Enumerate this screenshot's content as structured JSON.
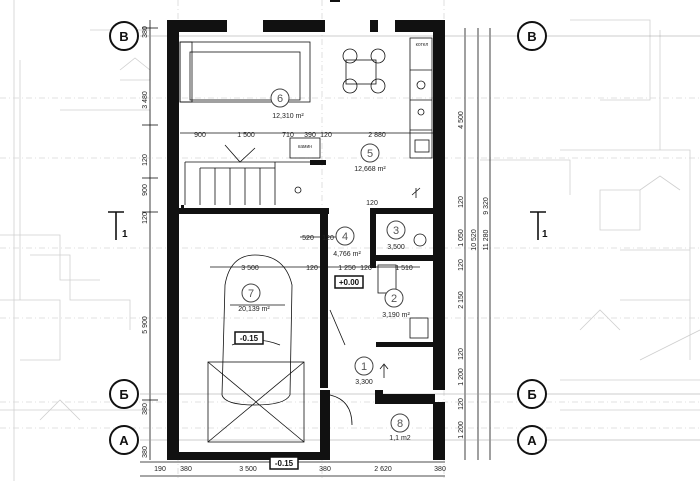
{
  "axes": {
    "top_left": "В",
    "top_right": "В",
    "mid_left": "Б",
    "mid_right": "Б",
    "bottom_left": "А",
    "bottom_right": "А"
  },
  "section_marks": {
    "left": "1",
    "right": "1"
  },
  "rooms": [
    {
      "number": "6",
      "area": "12,310 m²"
    },
    {
      "number": "5",
      "area": "12,668 m²"
    },
    {
      "number": "4",
      "area": "4,766 m²"
    },
    {
      "number": "3",
      "area": "3,500"
    },
    {
      "number": "2",
      "area": "3,190 m²"
    },
    {
      "number": "7",
      "area": "20,139 m²"
    },
    {
      "number": "1",
      "area": "3,300"
    },
    {
      "number": "8",
      "area": "1,1 m2"
    }
  ],
  "levels": {
    "hall": "+0.00",
    "garage": "-0.15",
    "entrance": "-0.15"
  },
  "labels": {
    "boiler": "котел",
    "fireplace": "камин"
  },
  "dims_top_row": [
    "900",
    "1 500",
    "710",
    "390",
    "120",
    "2 880"
  ],
  "dims_mid": [
    "520",
    "120",
    "120",
    "1 250",
    "120",
    "1 510",
    "3 500",
    "120"
  ],
  "dims_left_vertical": [
    "380",
    "3 480",
    "120",
    "900",
    "120",
    "5 900"
  ],
  "dims_right_vertical": [
    "4 500",
    "120",
    "1 050",
    "120",
    "2 150",
    "120",
    "1 200",
    "120",
    "1 200",
    "10 520",
    "9 320",
    "11 280"
  ],
  "dims_bottom": [
    "190",
    "380",
    "3 500",
    "380",
    "2 620",
    "380"
  ],
  "dims_bottom_left": [
    "380",
    "380"
  ]
}
